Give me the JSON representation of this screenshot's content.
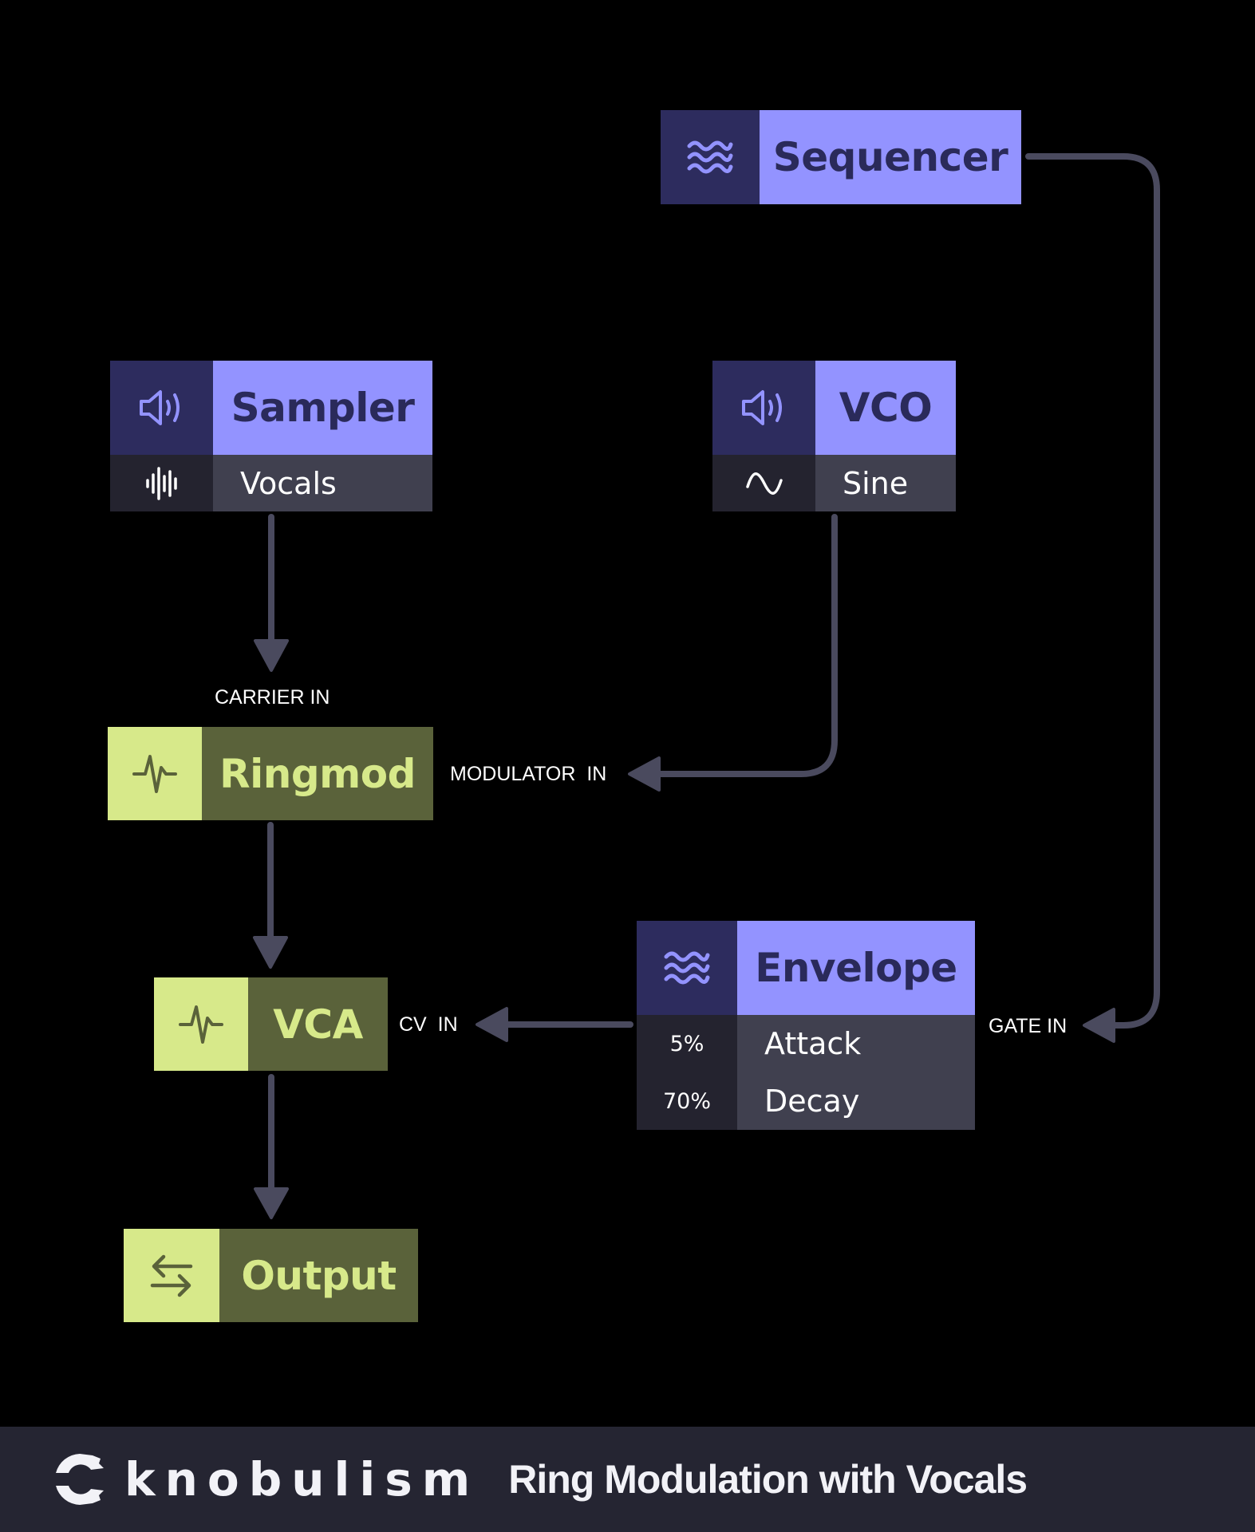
{
  "nodes": {
    "sequencer": {
      "title": "Sequencer",
      "icon": "waves-icon"
    },
    "sampler": {
      "title": "Sampler",
      "icon": "speaker-icon",
      "sub_label": "Vocals",
      "sub_icon": "waveform-icon"
    },
    "vco": {
      "title": "VCO",
      "icon": "speaker-icon",
      "sub_label": "Sine",
      "sub_icon": "sine-wave-icon"
    },
    "ringmod": {
      "title": "Ringmod",
      "icon": "pulse-icon"
    },
    "vca": {
      "title": "VCA",
      "icon": "pulse-icon"
    },
    "envelope": {
      "title": "Envelope",
      "icon": "waves-icon",
      "params": [
        {
          "value": "5%",
          "label": "Attack"
        },
        {
          "value": "70%",
          "label": "Decay"
        }
      ]
    },
    "output": {
      "title": "Output",
      "icon": "swap-arrows-icon"
    }
  },
  "ports": {
    "carrier_in": "CARRIER IN",
    "modulator_in": "MODULATOR  IN",
    "cv_in": "CV  IN",
    "gate_in": "GATE IN"
  },
  "connections": [
    {
      "from": "Sequencer",
      "to": "Envelope",
      "port": "GATE IN"
    },
    {
      "from": "Sampler",
      "to": "Ringmod",
      "port": "CARRIER IN"
    },
    {
      "from": "VCO",
      "to": "Ringmod",
      "port": "MODULATOR IN"
    },
    {
      "from": "Ringmod",
      "to": "VCA",
      "port": ""
    },
    {
      "from": "Envelope",
      "to": "VCA",
      "port": "CV IN"
    },
    {
      "from": "VCA",
      "to": "Output",
      "port": ""
    }
  ],
  "colors": {
    "source_accent": "#9393ff",
    "source_dark": "#2d2c5e",
    "processor_accent": "#d7e98a",
    "processor_dark": "#5a623a",
    "wire": "#4a4a5e",
    "footer_bg": "#252532"
  },
  "footer": {
    "brand": "knobulism",
    "title": "Ring Modulation with Vocals"
  }
}
